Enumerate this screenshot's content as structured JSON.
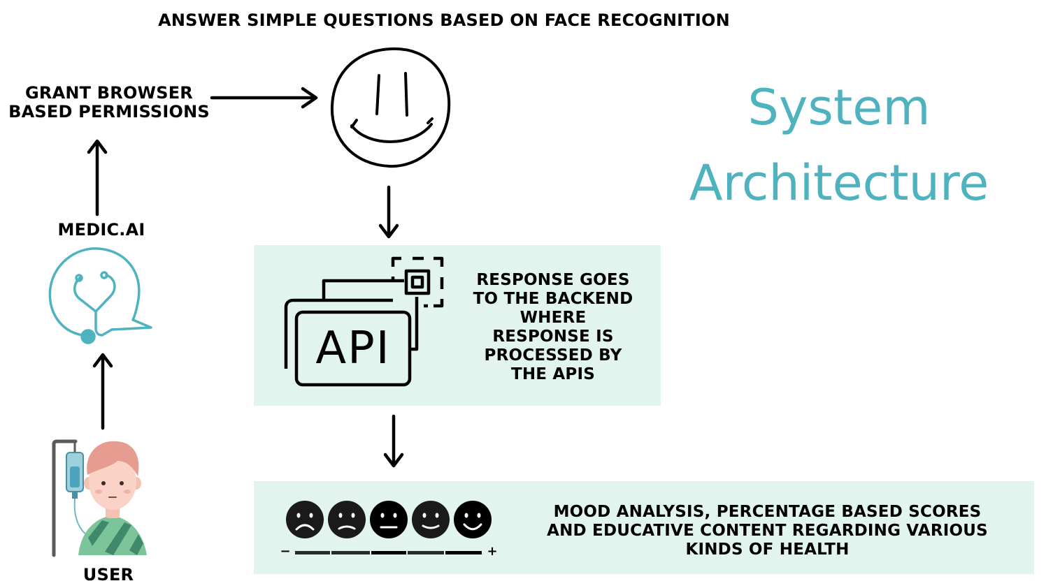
{
  "header": {
    "top_title": "ANSWER SIMPLE QUESTIONS BASED ON FACE RECOGNITION",
    "system_line1": "System",
    "system_line2": "Architecture"
  },
  "nodes": {
    "grant_line1": "GRANT BROWSER",
    "grant_line2": "BASED PERMISSIONS",
    "medic": "MEDIC.AI",
    "user": "USER",
    "api_icon_text": "API",
    "api_text": [
      "RESPONSE GOES",
      "TO THE BACKEND",
      "WHERE",
      "RESPONSE IS",
      "PROCESSED BY",
      "THE APIS"
    ],
    "mood_text": [
      "MOOD ANALYSIS, PERCENTAGE BASED SCORES",
      "AND EDUCATIVE CONTENT REGARDING VARIOUS",
      "KINDS OF HEALTH"
    ],
    "scale_minus": "−",
    "scale_plus": "+"
  },
  "colors": {
    "accent": "#4fb3bf",
    "box_bg": "#e2f4ee",
    "ink": "#000000",
    "emoji_face": "#1a1a1a"
  },
  "icons": {
    "face": "smiley-face-sketch-icon",
    "medic_logo": "stethoscope-chat-bubble-icon",
    "api": "api-windows-icon",
    "mood_scale": "mood-scale-emoji-icons",
    "user": "patient-with-iv-drip-icon"
  }
}
